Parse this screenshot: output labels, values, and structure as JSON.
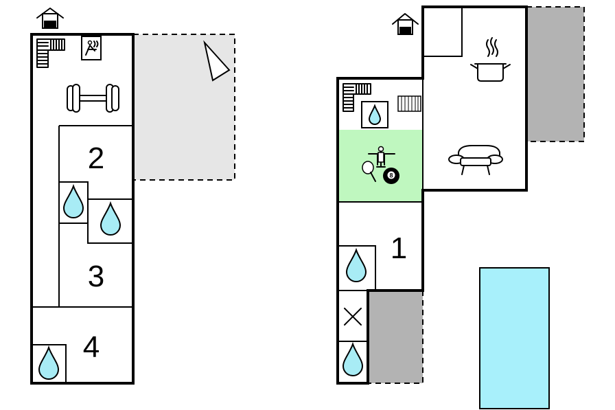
{
  "floor_left": {
    "rooms": [
      {
        "id": "room-2",
        "label": "2"
      },
      {
        "id": "room-3",
        "label": "3"
      },
      {
        "id": "room-4",
        "label": "4"
      }
    ]
  },
  "floor_right": {
    "rooms": [
      {
        "id": "room-1",
        "label": "1"
      },
      {
        "id": "game-room",
        "label": ""
      }
    ],
    "pool_ball_label": "8"
  },
  "icons": [
    "house-entrance-icon",
    "stairs-icon",
    "sauna-icon",
    "dumbbell-icon",
    "shower-drop-icon",
    "compass-north-icon",
    "kitchen-pot-icon",
    "sofa-icon",
    "table-football-icon",
    "table-tennis-icon",
    "billiard-ball-icon",
    "radiator-icon",
    "x-mark-icon"
  ],
  "colors": {
    "wall": "#000000",
    "terrace_light": "#e6e6e6",
    "terrace_dark": "#b3b3b3",
    "game_room": "#bff7bf",
    "water": "#a8ecf5",
    "pool": "#a8f0fb"
  }
}
